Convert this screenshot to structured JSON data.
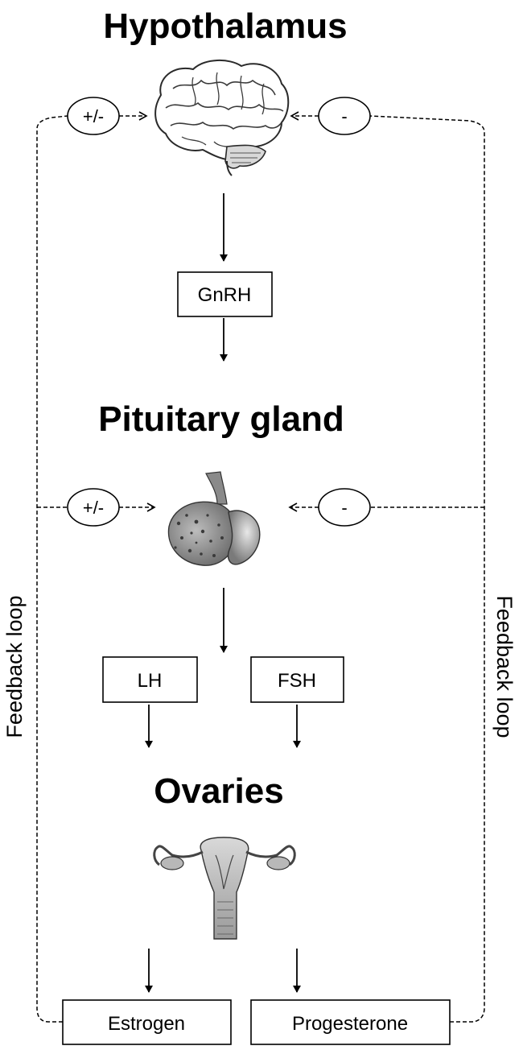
{
  "titles": {
    "hypothalamus": "Hypothalamus",
    "pituitary": "Pituitary gland",
    "ovaries": "Ovaries"
  },
  "hormones": {
    "gnrh": "GnRH",
    "lh": "LH",
    "fsh": "FSH",
    "estrogen": "Estrogen",
    "progesterone": "Progesterone"
  },
  "feedback": {
    "left_label": "Feedback loop",
    "right_label": "Feedback loop",
    "hypothalamus_left_sign": "+/-",
    "hypothalamus_right_sign": "-",
    "pituitary_left_sign": "+/-",
    "pituitary_right_sign": "-"
  },
  "illustrations": {
    "hypothalamus": "brain-icon",
    "pituitary": "pituitary-gland-icon",
    "ovaries": "uterus-ovaries-icon"
  }
}
